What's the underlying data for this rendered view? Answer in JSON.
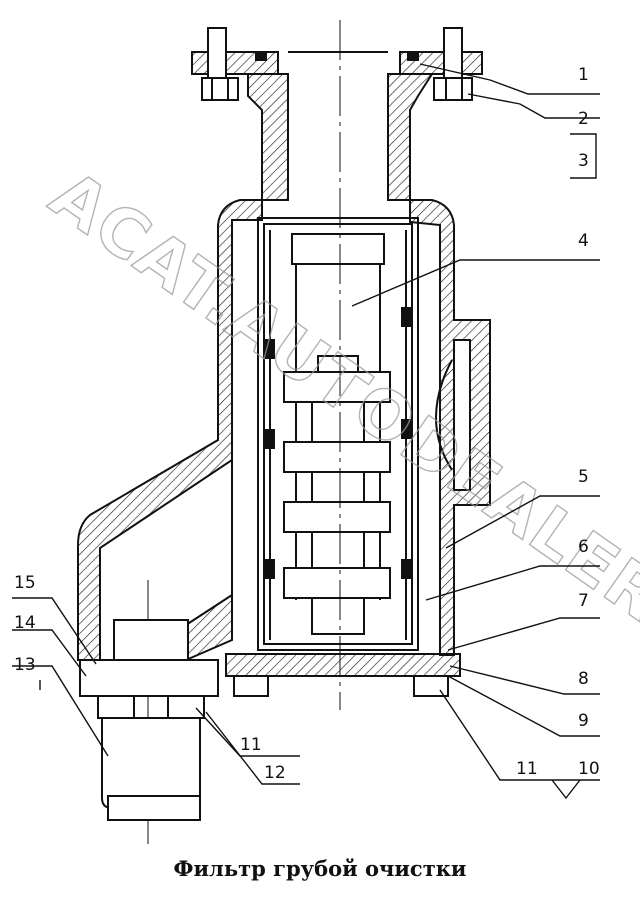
{
  "caption": "Фильтр грубой очистки",
  "watermark": "ACAT.AUTODEALER.RU",
  "callouts": [
    "1",
    "2",
    "3",
    "4",
    "5",
    "6",
    "7",
    "8",
    "9",
    "10",
    "11",
    "11",
    "12",
    "13",
    "14",
    "15"
  ],
  "colors": {
    "line": "#111111",
    "hatch": "#222222",
    "watermark": "#9a9a9a",
    "background": "#ffffff"
  }
}
